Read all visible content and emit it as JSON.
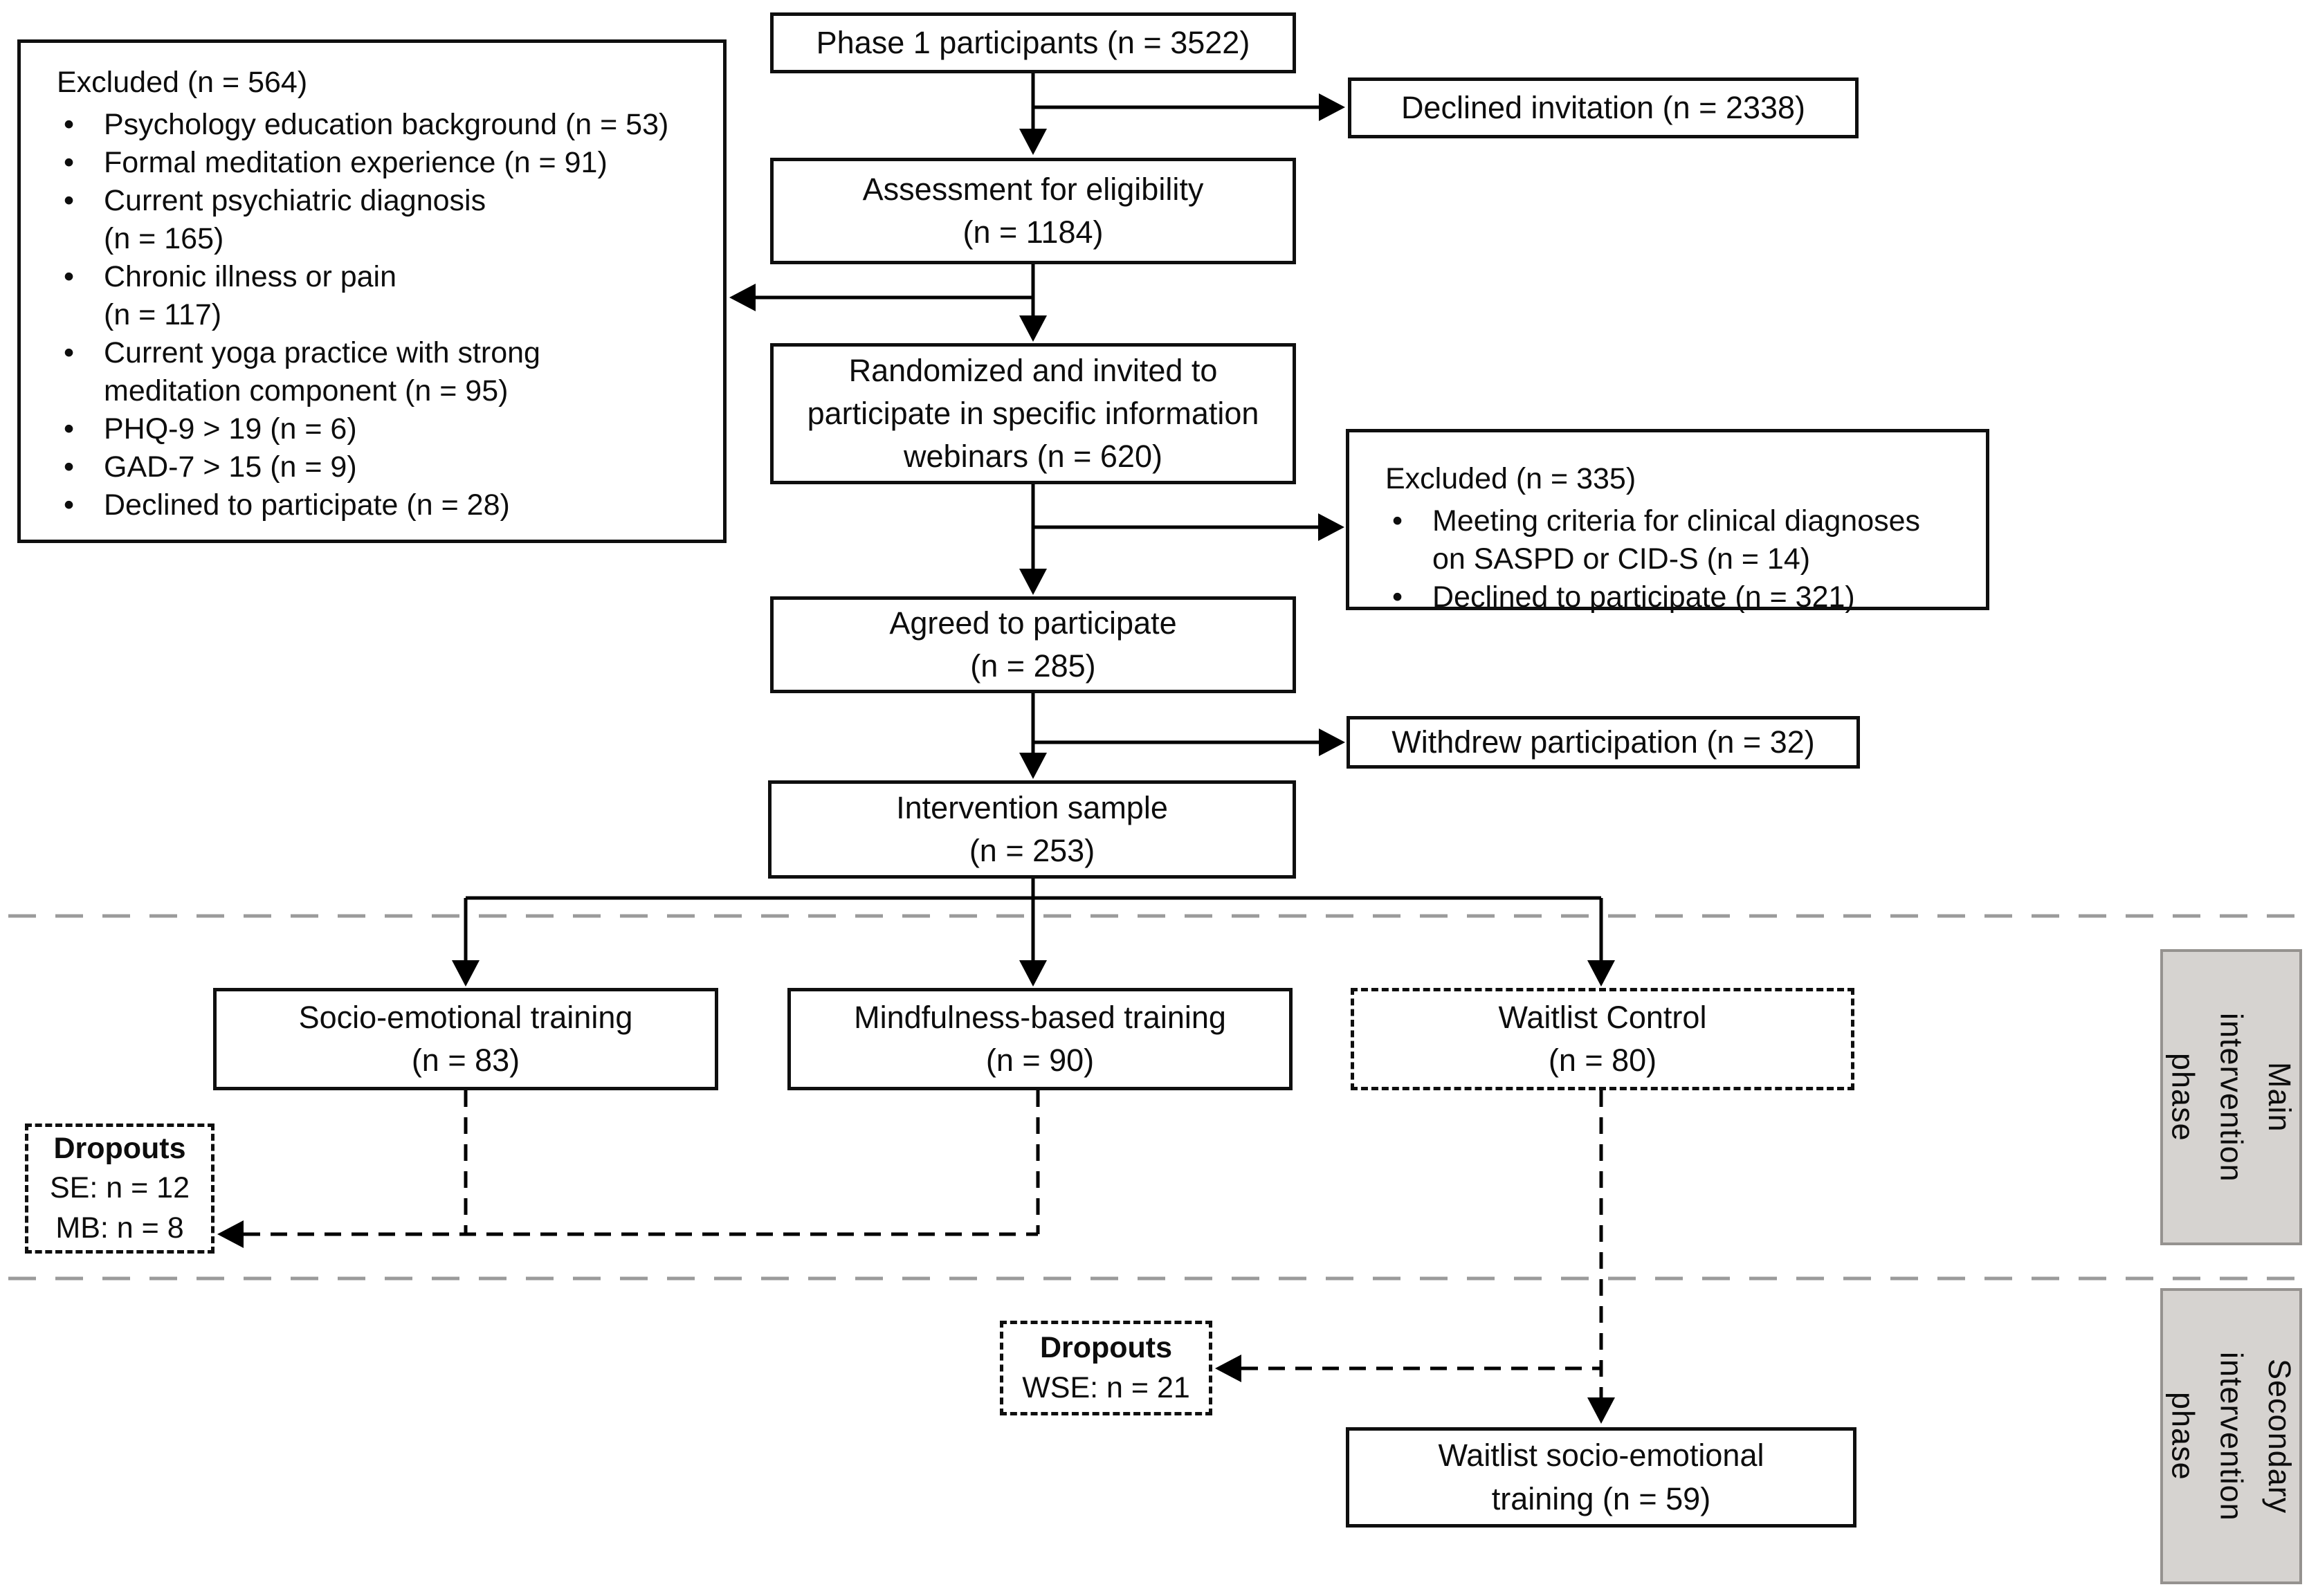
{
  "colors": {
    "line": "#000000",
    "box_border": "#0f0f0f",
    "box_fill": "#ffffff",
    "phase_box_fill": "#d6d3d0",
    "phase_box_border": "#95928f",
    "separator": "#9b9b9b",
    "text": "#0d0d0d"
  },
  "flow": {
    "phase1": "Phase 1 participants (n = 3522)",
    "declined": "Declined invitation (n = 2338)",
    "assessment": "Assessment for eligibility\n(n = 1184)",
    "randomized": "Randomized and invited to\nparticipate in specific information\nwebinars (n = 620)",
    "agreed": "Agreed to participate\n(n = 285)",
    "withdrew": "Withdrew participation (n = 32)",
    "intervention_sample": "Intervention sample\n(n = 253)",
    "arm_socio_emotional": "Socio-emotional training\n(n = 83)",
    "arm_mindfulness": "Mindfulness-based training\n(n = 90)",
    "arm_waitlist": "Waitlist Control\n(n = 80)",
    "wse_training": "Waitlist socio-emotional\ntraining (n = 59)"
  },
  "excluded_screening": {
    "title": "Excluded (n = 564)",
    "items": [
      "Psychology education background (n = 53)",
      "Formal meditation experience (n = 91)",
      "Current psychiatric diagnosis\n(n = 165)",
      "Chronic illness or pain\n(n = 117)",
      "Current yoga practice with strong\nmeditation component (n = 95)",
      "PHQ-9 > 19 (n = 6)",
      "GAD-7 > 15 (n = 9)",
      "Declined to participate (n = 28)"
    ]
  },
  "excluded_webinar": {
    "title": "Excluded (n = 335)",
    "items": [
      "Meeting criteria for clinical diagnoses\non SASPD or CID-S (n = 14)",
      "Declined to participate (n = 321)"
    ]
  },
  "dropouts_main": {
    "title": "Dropouts",
    "lines": [
      "SE: n = 12",
      "MB: n = 8"
    ]
  },
  "dropouts_secondary": {
    "title": "Dropouts",
    "lines": [
      "WSE: n = 21"
    ]
  },
  "phases": {
    "main": "Main\nintervention\nphase",
    "secondary": "Secondary\nintervention\nphase"
  }
}
